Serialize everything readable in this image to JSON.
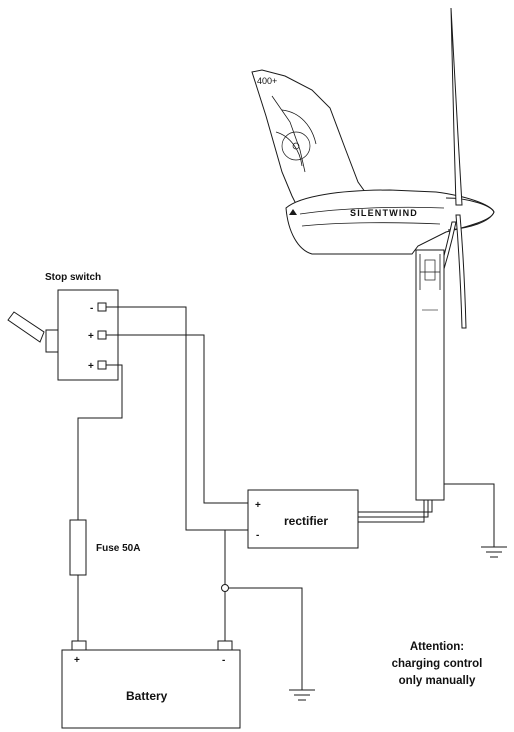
{
  "labels": {
    "stop_switch": "Stop switch",
    "rectifier": "rectifier",
    "fuse": "Fuse 50A",
    "battery": "Battery",
    "attention_line1": "Attention:",
    "attention_line2": "charging control",
    "attention_line3": "only manually",
    "turbine_model": "400+",
    "brand": "SILENTWIND"
  },
  "terminals": {
    "switch_top": "-",
    "switch_mid": "+",
    "switch_bottom": "+",
    "rectifier_plus": "+",
    "rectifier_minus": "-",
    "battery_plus": "+",
    "battery_minus": "-"
  },
  "colors": {
    "line": "#1a1a1a",
    "background": "#ffffff"
  }
}
